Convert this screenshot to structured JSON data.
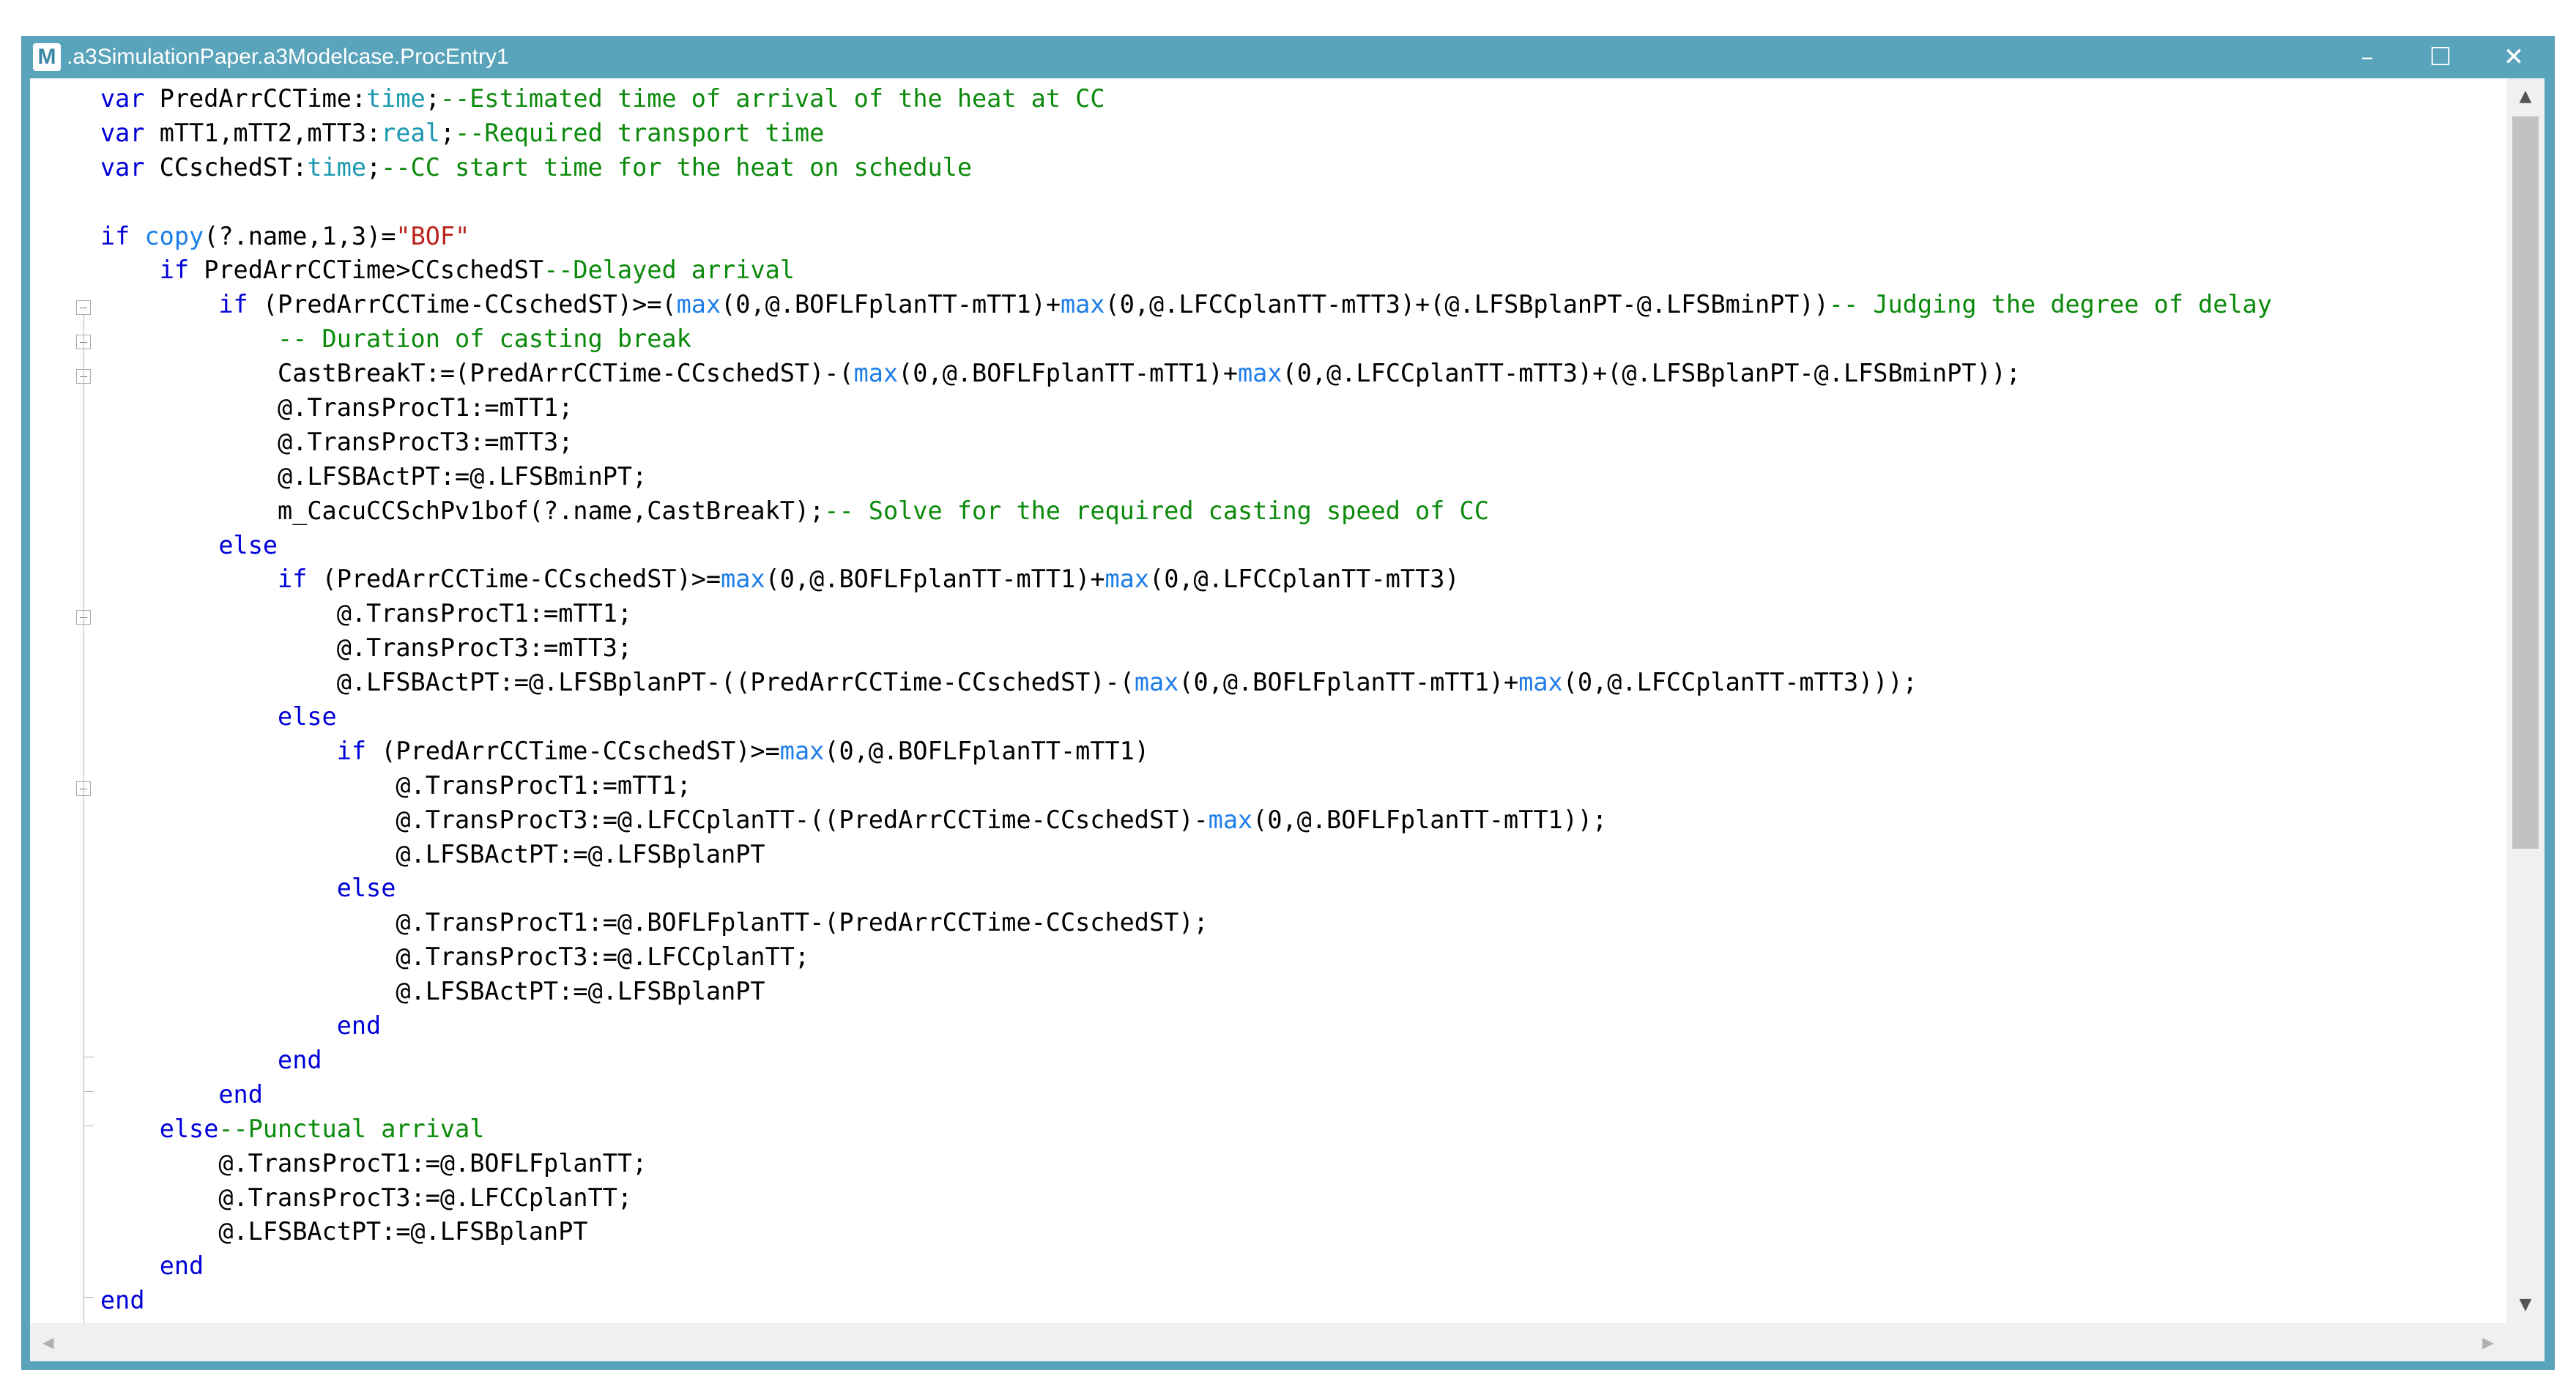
{
  "window": {
    "icon_letter": "M",
    "title": ".a3SimulationPaper.a3Modelcase.ProcEntry1",
    "minimize_glyph": "–",
    "maximize_glyph": "☐",
    "close_glyph": "✕"
  },
  "scrollbars": {
    "up_glyph": "▲",
    "down_glyph": "▼",
    "left_glyph": "◀",
    "right_glyph": "▶"
  },
  "colors": {
    "title_bar": "#5aa4bb",
    "keyword": "#0000d8",
    "builtin_function": "#1e7ee8",
    "comment": "#0b8a0b",
    "type": "#1a99b0",
    "string": "#b8261d"
  },
  "code_lines": [
    [
      {
        "t": "kw",
        "v": "var "
      },
      {
        "t": "",
        "v": "PredArrCCTime:"
      },
      {
        "t": "ty",
        "v": "time"
      },
      {
        "t": "",
        "v": ";"
      },
      {
        "t": "cm",
        "v": "--Estimated time of arrival of the heat at CC"
      }
    ],
    [
      {
        "t": "kw",
        "v": "var "
      },
      {
        "t": "",
        "v": "mTT1,mTT2,mTT3:"
      },
      {
        "t": "ty",
        "v": "real"
      },
      {
        "t": "",
        "v": ";"
      },
      {
        "t": "cm",
        "v": "--Required transport time"
      }
    ],
    [
      {
        "t": "kw",
        "v": "var "
      },
      {
        "t": "",
        "v": "CCschedST:"
      },
      {
        "t": "ty",
        "v": "time"
      },
      {
        "t": "",
        "v": ";"
      },
      {
        "t": "cm",
        "v": "--CC start time for the heat on schedule"
      }
    ],
    [],
    [
      {
        "t": "kw",
        "v": "if "
      },
      {
        "t": "fn",
        "v": "copy"
      },
      {
        "t": "",
        "v": "(?.name,1,3)="
      },
      {
        "t": "st",
        "v": "\"BOF\""
      }
    ],
    [
      {
        "t": "",
        "v": "    "
      },
      {
        "t": "kw",
        "v": "if "
      },
      {
        "t": "",
        "v": "PredArrCCTime>CCschedST"
      },
      {
        "t": "cm",
        "v": "--Delayed arrival"
      }
    ],
    [
      {
        "t": "",
        "v": "        "
      },
      {
        "t": "kw",
        "v": "if "
      },
      {
        "t": "",
        "v": "(PredArrCCTime-CCschedST)>=("
      },
      {
        "t": "fn",
        "v": "max"
      },
      {
        "t": "",
        "v": "(0,@.BOFLFplanTT-mTT1)+"
      },
      {
        "t": "fn",
        "v": "max"
      },
      {
        "t": "",
        "v": "(0,@.LFCCplanTT-mTT3)+(@.LFSBplanPT-@.LFSBminPT))"
      },
      {
        "t": "cm",
        "v": "-- Judging the degree of delay"
      }
    ],
    [
      {
        "t": "",
        "v": "            "
      },
      {
        "t": "cm",
        "v": "-- Duration of casting break"
      }
    ],
    [
      {
        "t": "",
        "v": "            CastBreakT:=(PredArrCCTime-CCschedST)-("
      },
      {
        "t": "fn",
        "v": "max"
      },
      {
        "t": "",
        "v": "(0,@.BOFLFplanTT-mTT1)+"
      },
      {
        "t": "fn",
        "v": "max"
      },
      {
        "t": "",
        "v": "(0,@.LFCCplanTT-mTT3)+(@.LFSBplanPT-@.LFSBminPT));"
      }
    ],
    [
      {
        "t": "",
        "v": "            @.TransProcT1:=mTT1;"
      }
    ],
    [
      {
        "t": "",
        "v": "            @.TransProcT3:=mTT3;"
      }
    ],
    [
      {
        "t": "",
        "v": "            @.LFSBActPT:=@.LFSBminPT;"
      }
    ],
    [
      {
        "t": "",
        "v": "            m_CacuCCSchPv1bof(?.name,CastBreakT);"
      },
      {
        "t": "cm",
        "v": "-- Solve for the required casting speed of CC"
      }
    ],
    [
      {
        "t": "",
        "v": "        "
      },
      {
        "t": "kw",
        "v": "else"
      }
    ],
    [
      {
        "t": "",
        "v": "            "
      },
      {
        "t": "kw",
        "v": "if "
      },
      {
        "t": "",
        "v": "(PredArrCCTime-CCschedST)>="
      },
      {
        "t": "fn",
        "v": "max"
      },
      {
        "t": "",
        "v": "(0,@.BOFLFplanTT-mTT1)+"
      },
      {
        "t": "fn",
        "v": "max"
      },
      {
        "t": "",
        "v": "(0,@.LFCCplanTT-mTT3)"
      }
    ],
    [
      {
        "t": "",
        "v": "                @.TransProcT1:=mTT1;"
      }
    ],
    [
      {
        "t": "",
        "v": "                @.TransProcT3:=mTT3;"
      }
    ],
    [
      {
        "t": "",
        "v": "                @.LFSBActPT:=@.LFSBplanPT-((PredArrCCTime-CCschedST)-("
      },
      {
        "t": "fn",
        "v": "max"
      },
      {
        "t": "",
        "v": "(0,@.BOFLFplanTT-mTT1)+"
      },
      {
        "t": "fn",
        "v": "max"
      },
      {
        "t": "",
        "v": "(0,@.LFCCplanTT-mTT3)));"
      }
    ],
    [
      {
        "t": "",
        "v": "            "
      },
      {
        "t": "kw",
        "v": "else"
      }
    ],
    [
      {
        "t": "",
        "v": "                "
      },
      {
        "t": "kw",
        "v": "if "
      },
      {
        "t": "",
        "v": "(PredArrCCTime-CCschedST)>="
      },
      {
        "t": "fn",
        "v": "max"
      },
      {
        "t": "",
        "v": "(0,@.BOFLFplanTT-mTT1)"
      }
    ],
    [
      {
        "t": "",
        "v": "                    @.TransProcT1:=mTT1;"
      }
    ],
    [
      {
        "t": "",
        "v": "                    @.TransProcT3:=@.LFCCplanTT-((PredArrCCTime-CCschedST)-"
      },
      {
        "t": "fn",
        "v": "max"
      },
      {
        "t": "",
        "v": "(0,@.BOFLFplanTT-mTT1));"
      }
    ],
    [
      {
        "t": "",
        "v": "                    @.LFSBActPT:=@.LFSBplanPT"
      }
    ],
    [
      {
        "t": "",
        "v": "                "
      },
      {
        "t": "kw",
        "v": "else"
      }
    ],
    [
      {
        "t": "",
        "v": "                    @.TransProcT1:=@.BOFLFplanTT-(PredArrCCTime-CCschedST);"
      }
    ],
    [
      {
        "t": "",
        "v": "                    @.TransProcT3:=@.LFCCplanTT;"
      }
    ],
    [
      {
        "t": "",
        "v": "                    @.LFSBActPT:=@.LFSBplanPT"
      }
    ],
    [
      {
        "t": "",
        "v": "                "
      },
      {
        "t": "kw",
        "v": "end"
      }
    ],
    [
      {
        "t": "",
        "v": "            "
      },
      {
        "t": "kw",
        "v": "end"
      }
    ],
    [
      {
        "t": "",
        "v": "        "
      },
      {
        "t": "kw",
        "v": "end"
      }
    ],
    [
      {
        "t": "",
        "v": "    "
      },
      {
        "t": "kw",
        "v": "else"
      },
      {
        "t": "cm",
        "v": "--Punctual arrival"
      }
    ],
    [
      {
        "t": "",
        "v": "        @.TransProcT1:=@.BOFLFplanTT;"
      }
    ],
    [
      {
        "t": "",
        "v": "        @.TransProcT3:=@.LFCCplanTT;"
      }
    ],
    [
      {
        "t": "",
        "v": "        @.LFSBActPT:=@.LFSBplanPT"
      }
    ],
    [
      {
        "t": "",
        "v": "    "
      },
      {
        "t": "kw",
        "v": "end"
      }
    ],
    [
      {
        "t": "kw",
        "v": "end"
      }
    ]
  ]
}
